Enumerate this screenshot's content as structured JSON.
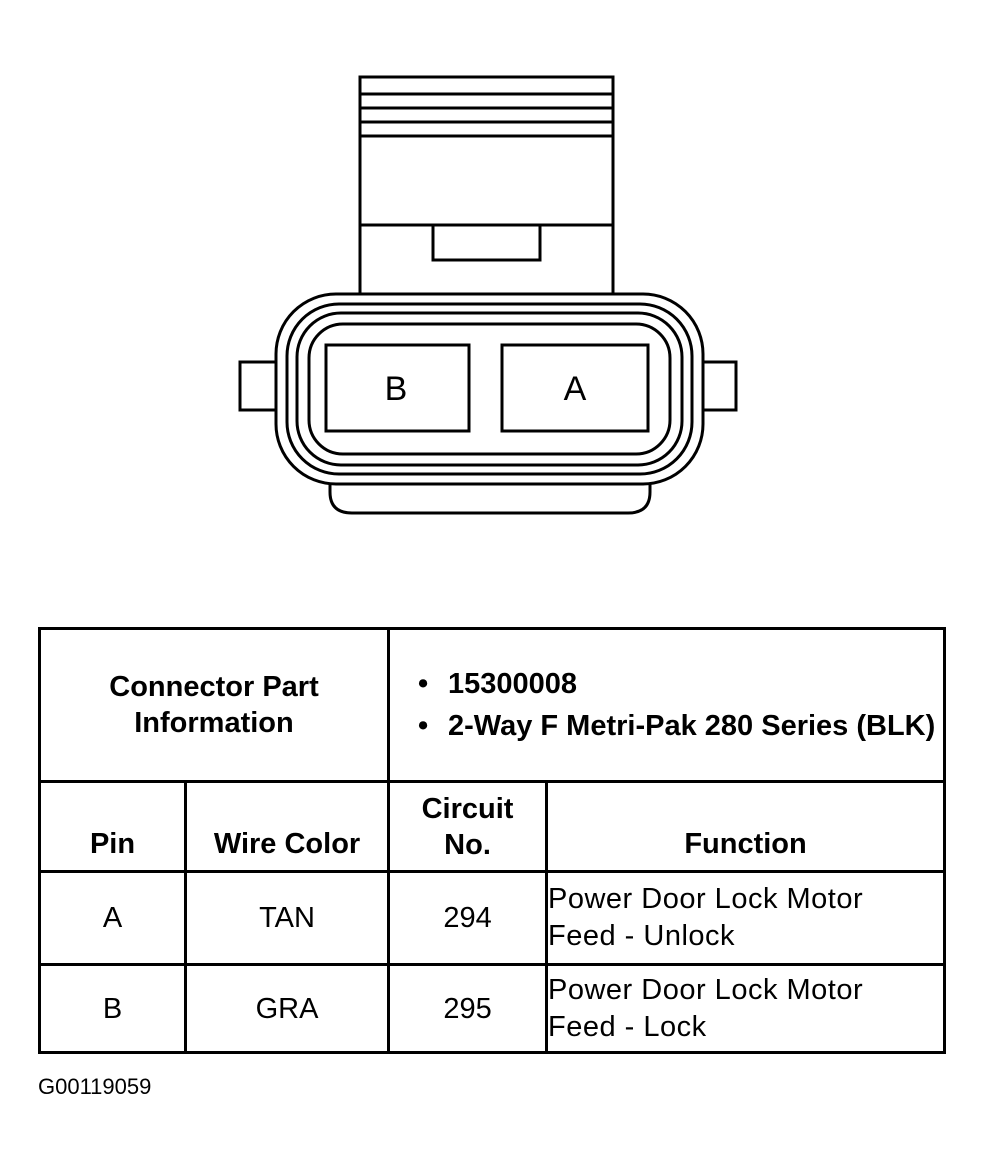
{
  "connector": {
    "pin_left_label": "B",
    "pin_right_label": "A"
  },
  "table": {
    "part_info_label_line1": "Connector Part",
    "part_info_label_line2": "Information",
    "part_info_bullets": [
      "15300008",
      "2-Way F Metri-Pak 280 Series (BLK)"
    ],
    "headers": {
      "pin": "Pin",
      "wire_color": "Wire Color",
      "circuit_line1": "Circuit",
      "circuit_line2": "No.",
      "function": "Function"
    },
    "rows": [
      {
        "pin": "A",
        "wire_color": "TAN",
        "circuit": "294",
        "function_line1": "Power Door Lock Motor",
        "function_line2": "Feed - Unlock"
      },
      {
        "pin": "B",
        "wire_color": "GRA",
        "circuit": "295",
        "function_line1": "Power Door Lock Motor",
        "function_line2": "Feed - Lock"
      }
    ]
  },
  "figure_id": "G00119059"
}
